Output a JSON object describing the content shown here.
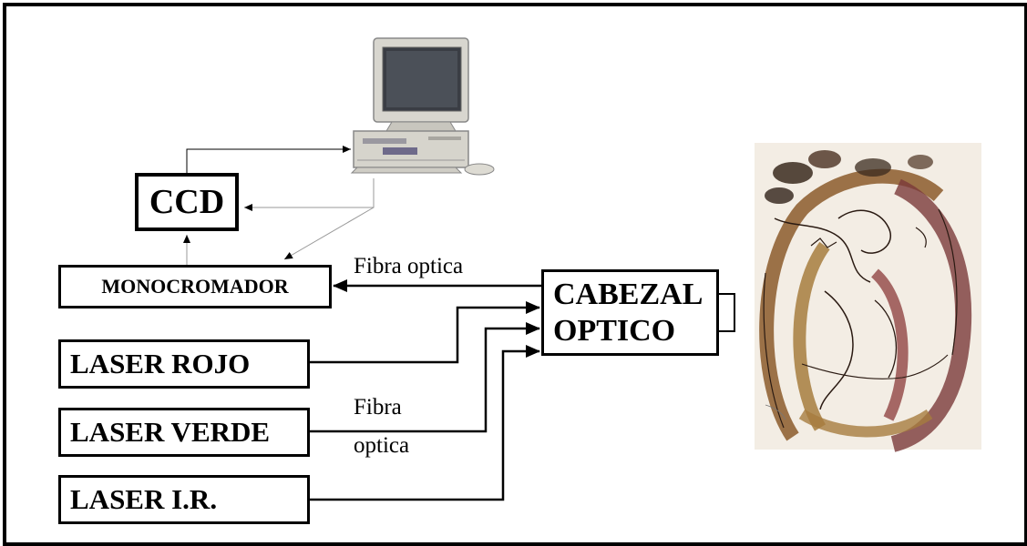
{
  "boxes": {
    "ccd": "CCD",
    "monocromador": "MONOCROMADOR",
    "cabezal_line1": "CABEZAL",
    "cabezal_line2": "OPTICO",
    "laser_rojo": "LASER ROJO",
    "laser_verde": "LASER VERDE",
    "laser_ir": "LASER I.R."
  },
  "labels": {
    "fibra_top": "Fibra optica",
    "fibra_left_line1": "Fibra",
    "fibra_left_line2": "optica"
  },
  "icons": {
    "computer": "desktop-computer-icon",
    "artwork": "ink-wash-artwork"
  },
  "colors": {
    "ink_dark": "#2a1a12",
    "ink_brown": "#8b5a2b",
    "ink_maroon": "#7a3a3a",
    "ink_tan": "#a67c3e",
    "paper": "#f3ede4"
  }
}
